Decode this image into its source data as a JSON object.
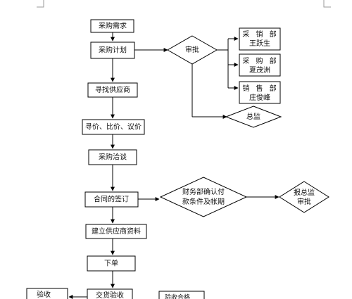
{
  "nodes": {
    "n1": "采购需求",
    "n2": "采购计划",
    "approve": "审批",
    "dept1_name": "采 销 部",
    "dept1_person": "王跃生",
    "dept2_name": "采 购 部",
    "dept2_person": "夏茂洲",
    "dept3_name": "销 售 部",
    "dept3_person": "庄俊峰",
    "supervisor": "总监",
    "n3": "寻找供应商",
    "n4": "寻价、比价、议价",
    "n5": "采购洽谈",
    "n6": "合同的签订",
    "finance_line1": "财务部确认付",
    "finance_line2": "款条件及帐期",
    "report_line1": "报总监",
    "report_line2": "审批",
    "n7": "建立供应商资料",
    "n8": "下单",
    "n9": "交货验收",
    "left_partial": "验收",
    "right_partial": "验收合格"
  }
}
